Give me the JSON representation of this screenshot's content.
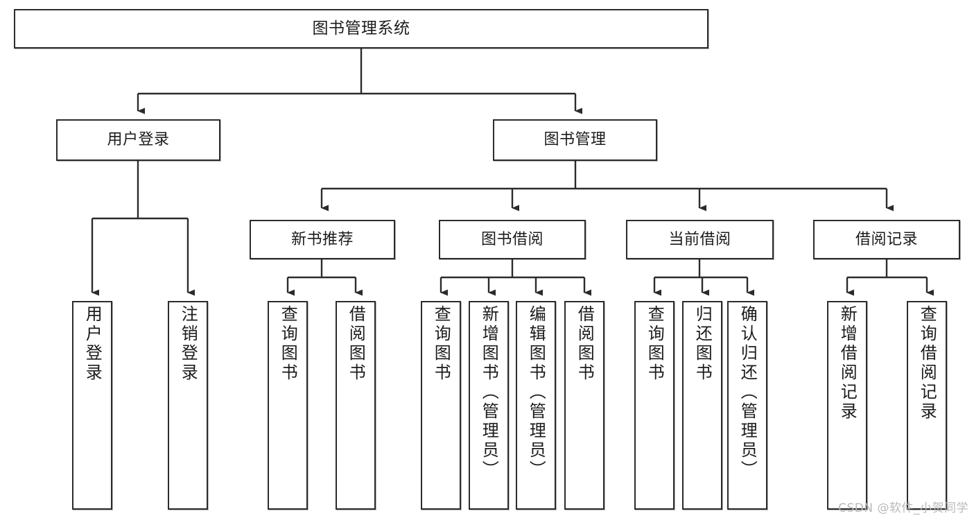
{
  "diagram": {
    "title": "图书管理系统",
    "watermark": "CSDN @软件_小贺同学",
    "nodes": {
      "root": {
        "label": "图书管理系统"
      },
      "level1": [
        {
          "id": "user-login",
          "label": "用户登录"
        },
        {
          "id": "book-management",
          "label": "图书管理"
        }
      ],
      "level2": [
        {
          "id": "new-book-recommend",
          "label": "新书推荐"
        },
        {
          "id": "book-borrow",
          "label": "图书借阅"
        },
        {
          "id": "current-borrow",
          "label": "当前借阅"
        },
        {
          "id": "borrow-record",
          "label": "借阅记录"
        }
      ],
      "leaves": {
        "user_login": [
          {
            "id": "leaf-user-login",
            "label": "用户登录"
          },
          {
            "id": "leaf-logout-login",
            "label": "注销登录"
          }
        ],
        "new_book_recommend": [
          {
            "id": "leaf-query-book-1",
            "label": "查询图书"
          },
          {
            "id": "leaf-borrow-book-1",
            "label": "借阅图书"
          }
        ],
        "book_borrow": [
          {
            "id": "leaf-query-book-2",
            "label": "查询图书"
          },
          {
            "id": "leaf-add-book-admin",
            "label": "新增图书（管理员）"
          },
          {
            "id": "leaf-edit-book-admin",
            "label": "编辑图书（管理员）"
          },
          {
            "id": "leaf-borrow-book-2",
            "label": "借阅图书"
          }
        ],
        "current_borrow": [
          {
            "id": "leaf-query-book-3",
            "label": "查询图书"
          },
          {
            "id": "leaf-return-book",
            "label": "归还图书"
          },
          {
            "id": "leaf-confirm-return-admin",
            "label": "确认归还（管理员）"
          }
        ],
        "borrow_record": [
          {
            "id": "leaf-add-borrow-record",
            "label": "新增借阅记录"
          },
          {
            "id": "leaf-query-borrow-record",
            "label": "查询借阅记录"
          }
        ]
      }
    },
    "colors": {
      "stroke": "#2b2b2b",
      "fill": "#ffffff",
      "text": "#1b1b1b",
      "watermark": "#b9b9b9"
    }
  }
}
